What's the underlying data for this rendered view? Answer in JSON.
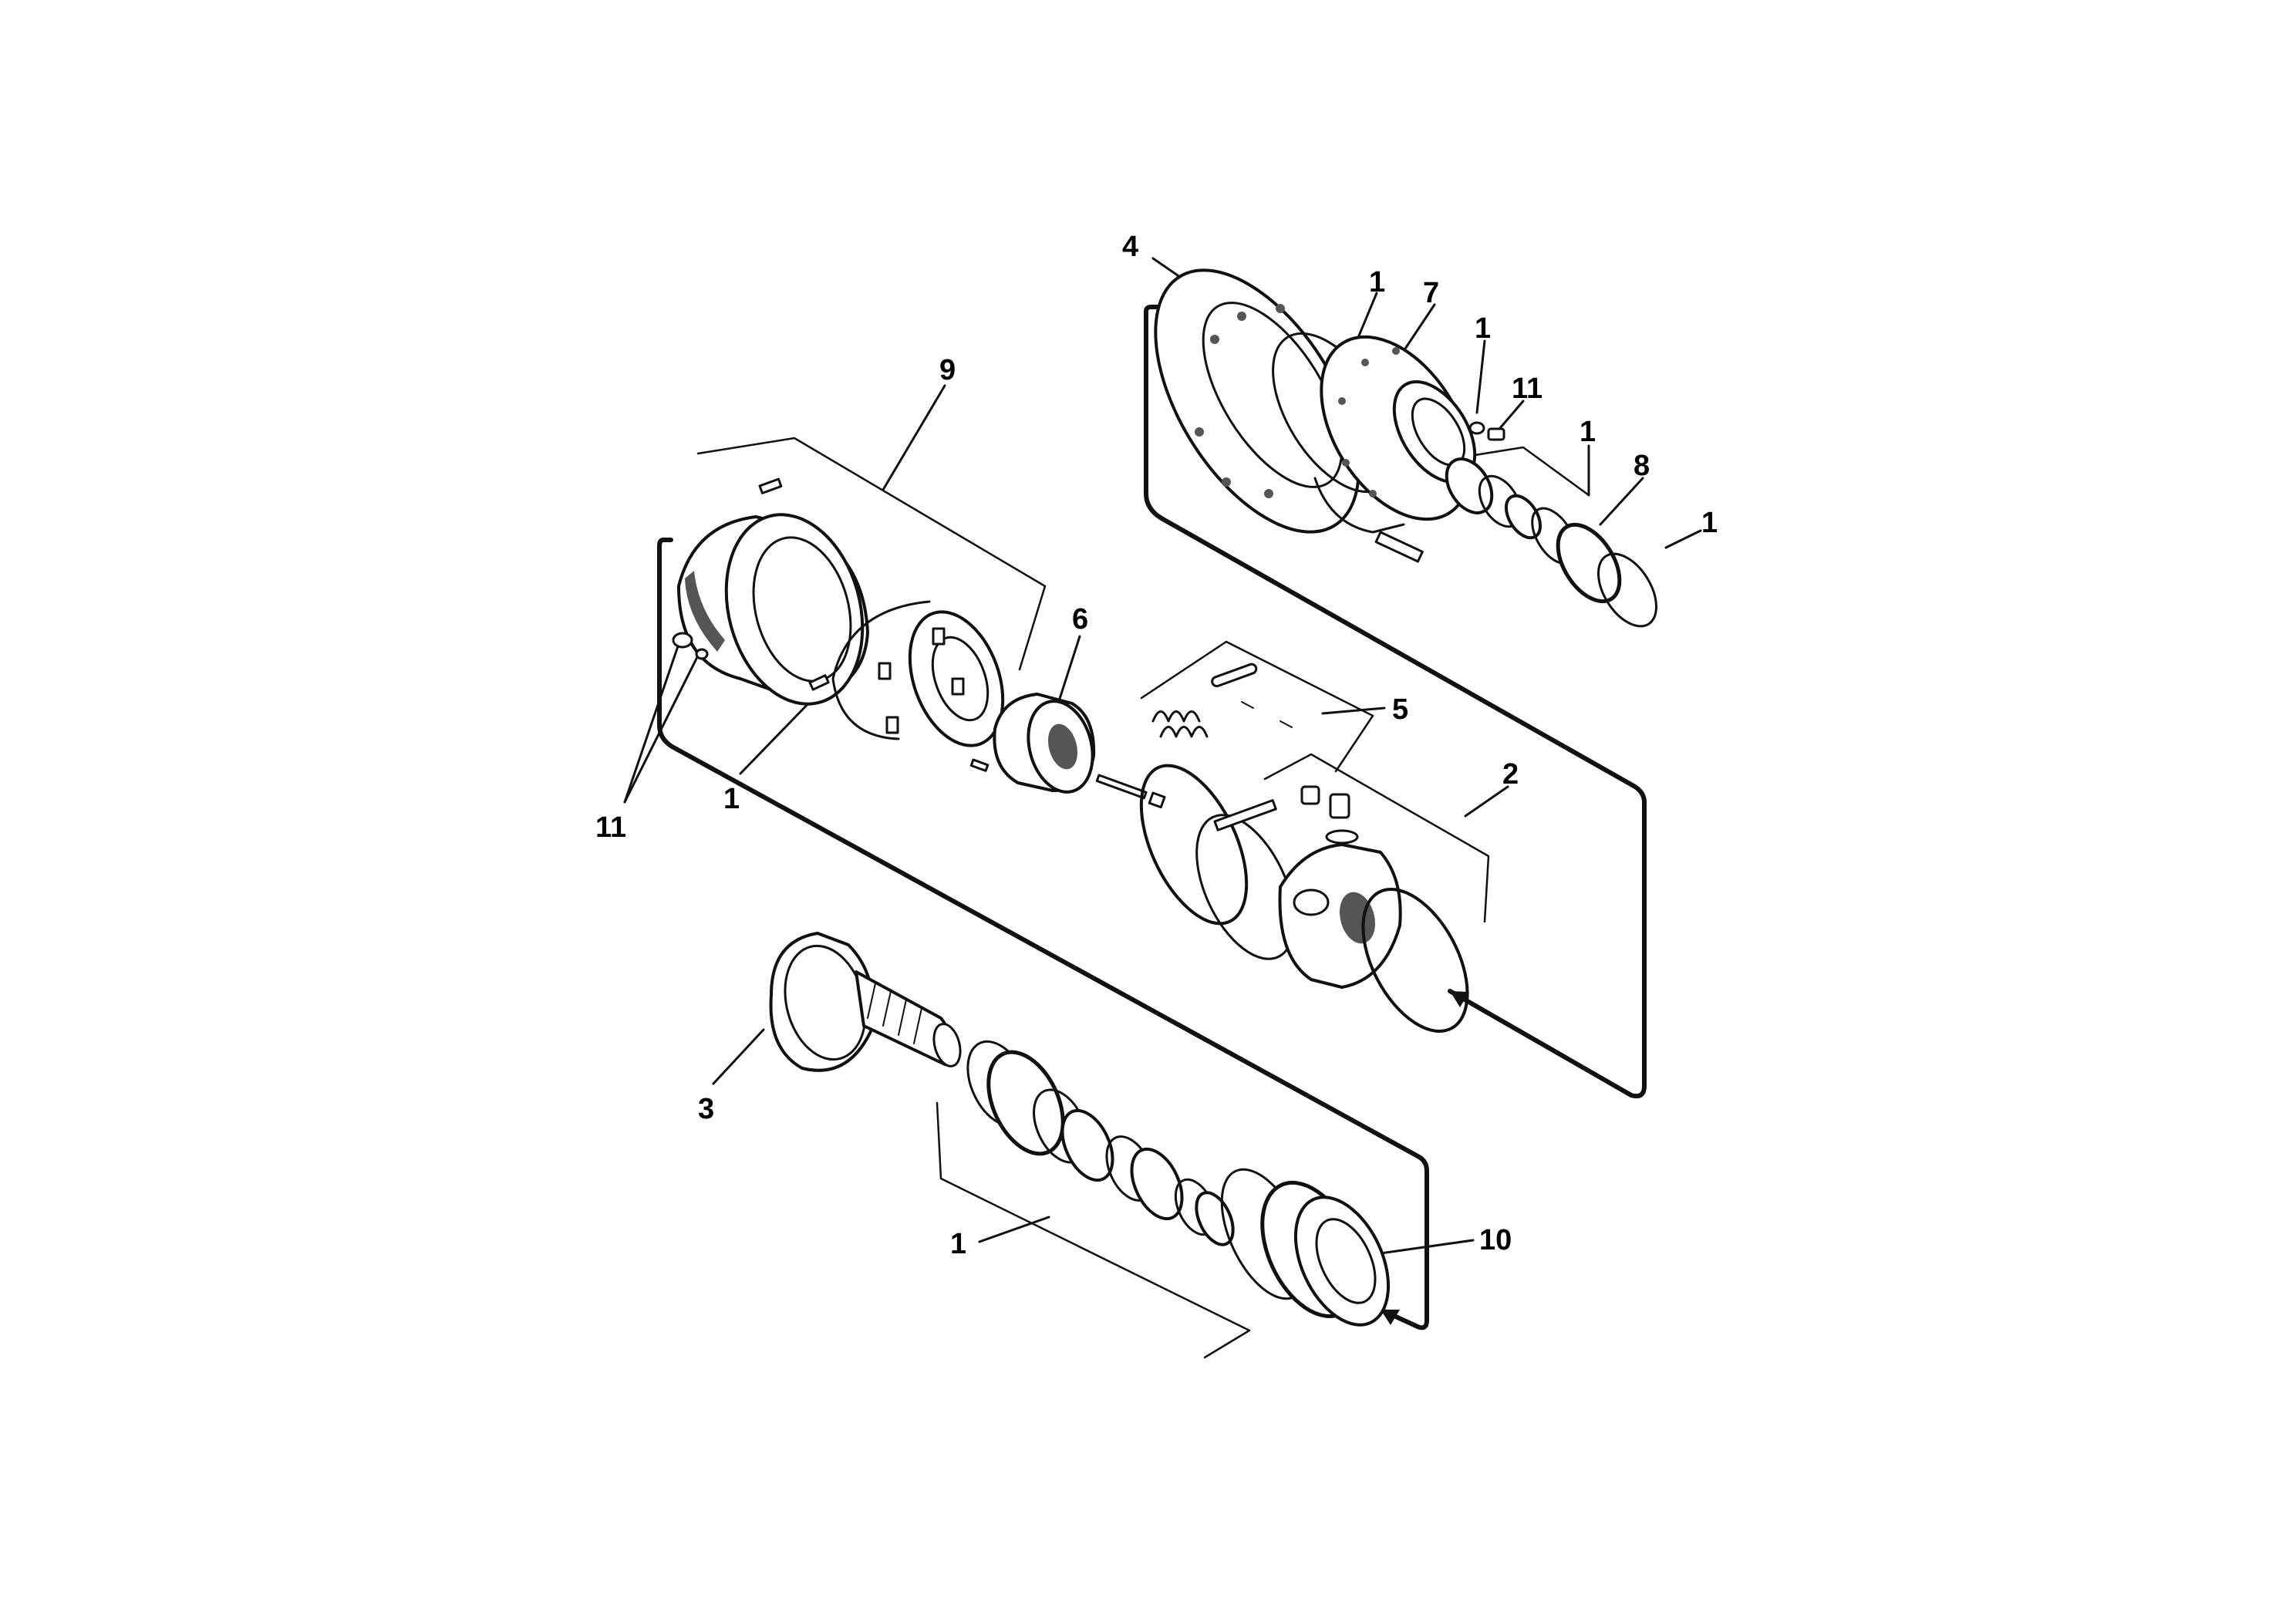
{
  "callouts": [
    {
      "id": "c4",
      "text": "4"
    },
    {
      "id": "c1a",
      "text": "1"
    },
    {
      "id": "c7",
      "text": "7"
    },
    {
      "id": "c1b",
      "text": "1"
    },
    {
      "id": "c11a",
      "text": "11"
    },
    {
      "id": "c1c",
      "text": "1"
    },
    {
      "id": "c8",
      "text": "8"
    },
    {
      "id": "c1d",
      "text": "1"
    },
    {
      "id": "c9",
      "text": "9"
    },
    {
      "id": "c6",
      "text": "6"
    },
    {
      "id": "c5",
      "text": "5"
    },
    {
      "id": "c2",
      "text": "2"
    },
    {
      "id": "c11b",
      "text": "11"
    },
    {
      "id": "c1e",
      "text": "1"
    },
    {
      "id": "c3",
      "text": "3"
    },
    {
      "id": "c1f",
      "text": "1"
    },
    {
      "id": "c10",
      "text": "10"
    }
  ],
  "colors": {
    "ink": "#111111",
    "background": "#ffffff"
  }
}
